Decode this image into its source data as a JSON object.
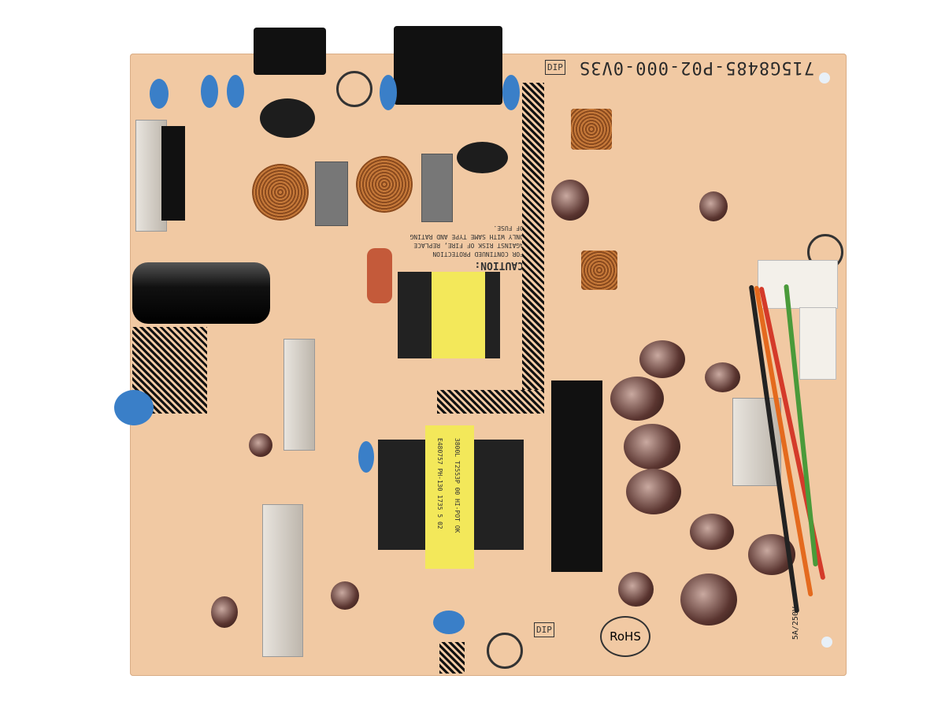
{
  "board": {
    "part_number": "715G8485-P02-000-0V3S",
    "caution_title": "CAUTION:",
    "caution_text": "FOR CONTINUED PROTECTION AGAINST RISK OF FIRE, REPLACE ONLY WITH SAME TYPE AND RATING OF FUSE.",
    "rohs": "RoHS",
    "dip_top": "DIP",
    "dip_bottom": "DIP",
    "fuse_rating": "5A/250V",
    "transformer_label_1": "3800L T2553P 00 HI-POT OK",
    "transformer_label_2": "E480757 PH-130 1735 5 02",
    "colors": {
      "board": "#f1c9a3",
      "tape": "#f3e85a",
      "y_capacitor": "#3a7fc8"
    }
  }
}
